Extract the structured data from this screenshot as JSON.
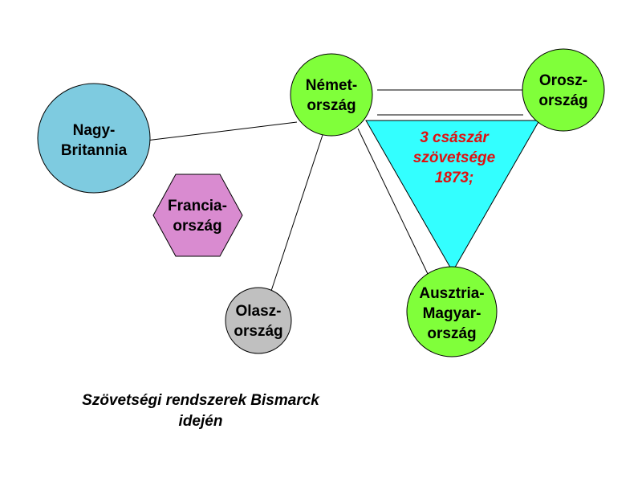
{
  "colors": {
    "green": "#80ff3a",
    "blue": "#7ecbe0",
    "pink": "#d98bd0",
    "gray": "#c0c0c0",
    "cyan": "#33ffff",
    "triangle_text": "#e01010"
  },
  "nodes": {
    "nemetorszag": {
      "line1": "Német-",
      "line2": "ország"
    },
    "oroszorszag": {
      "line1": "Orosz-",
      "line2": "ország"
    },
    "nagy_britannia": {
      "line1": "Nagy-",
      "line2": "Britannia"
    },
    "franciaorszag": {
      "line1": "Francia-",
      "line2": "ország"
    },
    "olaszorszag": {
      "line1": "Olasz-",
      "line2": "ország"
    },
    "ausztria_magyarorszag": {
      "line1": "Ausztria-",
      "line2": "Magyar-",
      "line3": "ország"
    }
  },
  "triangle": {
    "line1": "3 császár",
    "line2": "szövetsége",
    "line3": "1873;"
  },
  "caption": {
    "line1": "Szövetségi rendszerek Bismarck",
    "line2": "idején"
  }
}
